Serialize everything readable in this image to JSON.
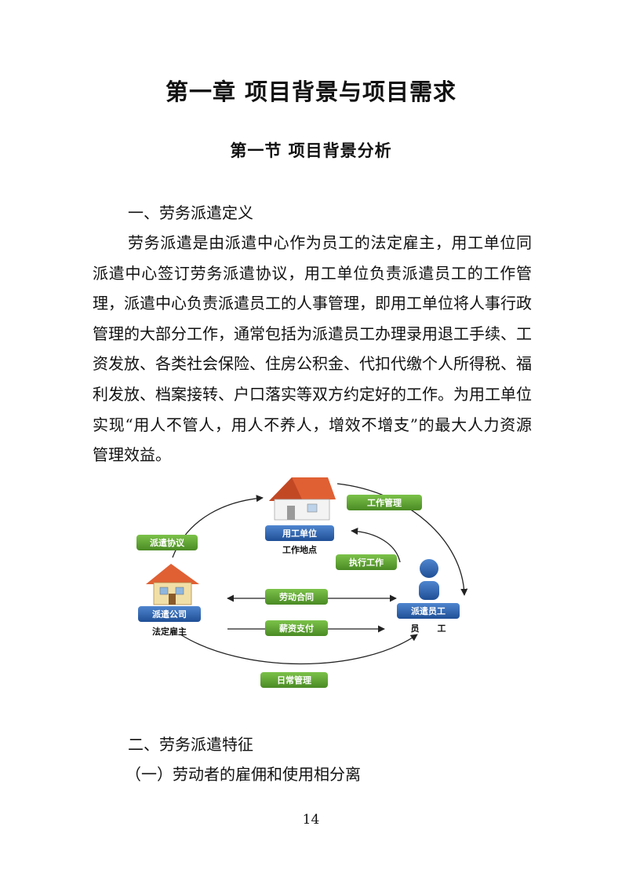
{
  "chapter_title": "第一章  项目背景与项目需求",
  "section_title": "第一节  项目背景分析",
  "heading_1": "一、劳务派遣定义",
  "paragraph_1": "劳务派遣是由派遣中心作为员工的法定雇主，用工单位同派遣中心签订劳务派遣协议，用工单位负责派遣员工的工作管理，派遣中心负责派遣员工的人事管理，即用工单位将人事行政管理的大部分工作，通常包括为派遣员工办理录用退工手续、工资发放、各类社会保险、住房公积金、代扣代缴个人所得税、福利发放、档案接转、户口落实等双方约定好的工作。为用工单位实现“用人不管人，用人不养人，增效不增支”的最大人力资源管理效益。",
  "diagram": {
    "work_management": "工作管理",
    "employer_unit": "用工单位",
    "workplace": "工作地点",
    "dispatch_agreement": "派遣协议",
    "execute_work": "执行工作",
    "dispatch_company": "派遣公司",
    "legal_employer": "法定雇主",
    "labor_contract": "劳动合同",
    "salary_payment": "薪资支付",
    "dispatched_employee": "派遣员工",
    "employee": "员      工",
    "daily_management": "日常管理",
    "colors": {
      "green": "#5a9e2f",
      "blue": "#2a5fa8",
      "roof": "#d9502a",
      "house_wall": "#f1dfa8"
    }
  },
  "heading_2": "二、劳务派遣特征",
  "heading_3": "（一）劳动者的雇佣和使用相分离",
  "page_number": "14"
}
